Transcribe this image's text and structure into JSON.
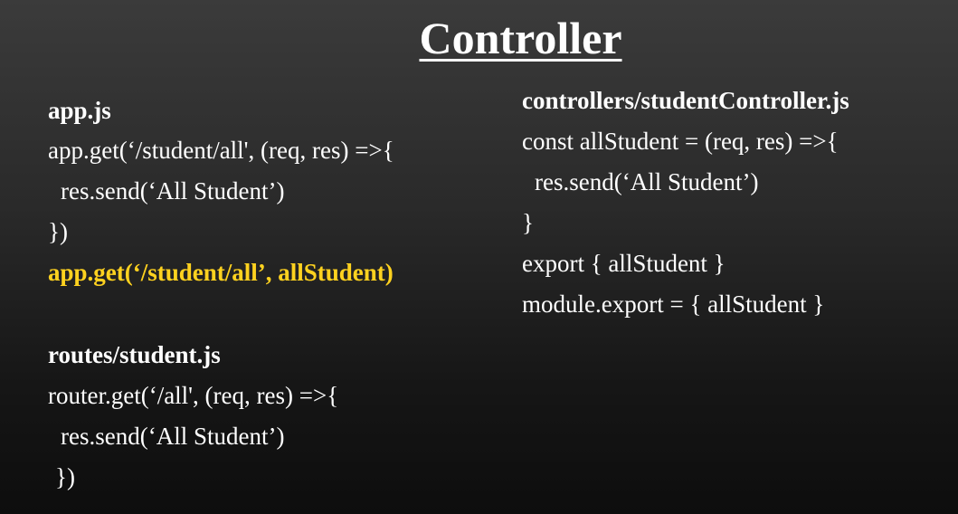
{
  "slide": {
    "title": "Controller",
    "left_column": {
      "app_file_label": "app.js",
      "app_code": [
        "app.get(‘/student/all', (req, res) =>{",
        "  res.send(‘All Student’)",
        "})"
      ],
      "app_highlight": "app.get(‘/student/all’, allStudent)",
      "routes_file_label": "routes/student.js",
      "routes_code": [
        "router.get(‘/all', (req, res) =>{",
        "  res.send(‘All Student’)",
        " })"
      ]
    },
    "right_column": {
      "controller_file_label": "controllers/studentController.js",
      "controller_code": [
        "const allStudent = (req, res) =>{",
        "  res.send(‘All Student’)",
        "}",
        "export { allStudent }",
        "module.export = { allStudent }"
      ]
    },
    "colors": {
      "highlight": "#ffd21f",
      "text": "#ffffff"
    }
  }
}
